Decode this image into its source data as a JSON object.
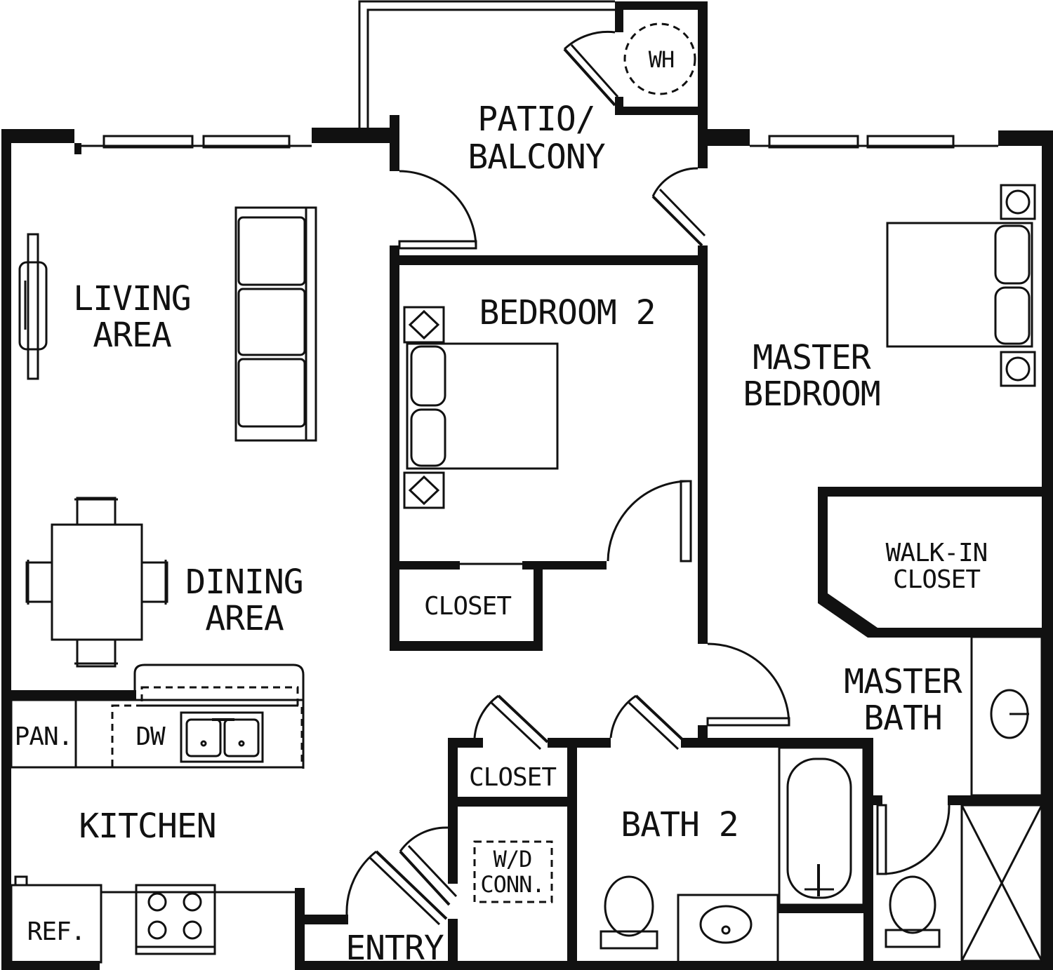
{
  "rooms": {
    "patio_line1": "PATIO/",
    "patio_line2": "BALCONY",
    "water_heater": "WH",
    "living_line1": "LIVING",
    "living_line2": "AREA",
    "bedroom2": "BEDROOM 2",
    "master_line1": "MASTER",
    "master_line2": "BEDROOM",
    "walkin_line1": "WALK-IN",
    "walkin_line2": "CLOSET",
    "dining_line1": "DINING",
    "dining_line2": "AREA",
    "closet_bedroom2": "CLOSET",
    "master_bath_line1": "MASTER",
    "master_bath_line2": "BATH",
    "pantry": "PAN.",
    "dishwasher": "DW",
    "closet_hall": "CLOSET",
    "kitchen": "KITCHEN",
    "bath2": "BATH 2",
    "wd_line1": "W/D",
    "wd_line2": "CONN.",
    "refrigerator": "REF.",
    "entry": "ENTRY"
  },
  "colors": {
    "ink": "#111111",
    "paper": "#ffffff"
  }
}
